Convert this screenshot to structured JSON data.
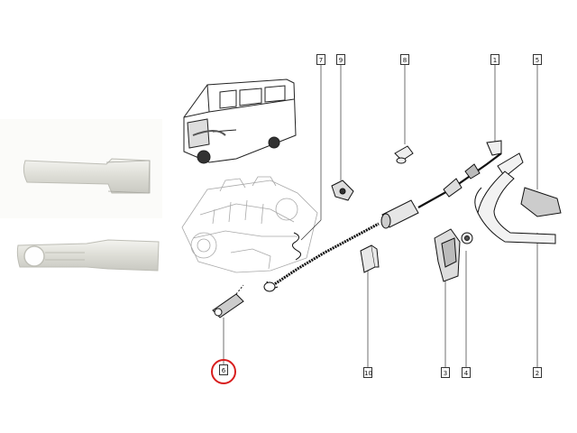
{
  "callouts": {
    "c1": "1",
    "c2": "2",
    "c3": "3",
    "c4": "4",
    "c5": "5",
    "c6": "6",
    "c7": "7",
    "c8": "8",
    "c9": "9",
    "c10": "10"
  },
  "highlight": {
    "part": "6",
    "color": "#d81e1e"
  },
  "icons": {
    "van": "van-illustration",
    "engine": "engine-illustration",
    "photo": "part-photo"
  }
}
